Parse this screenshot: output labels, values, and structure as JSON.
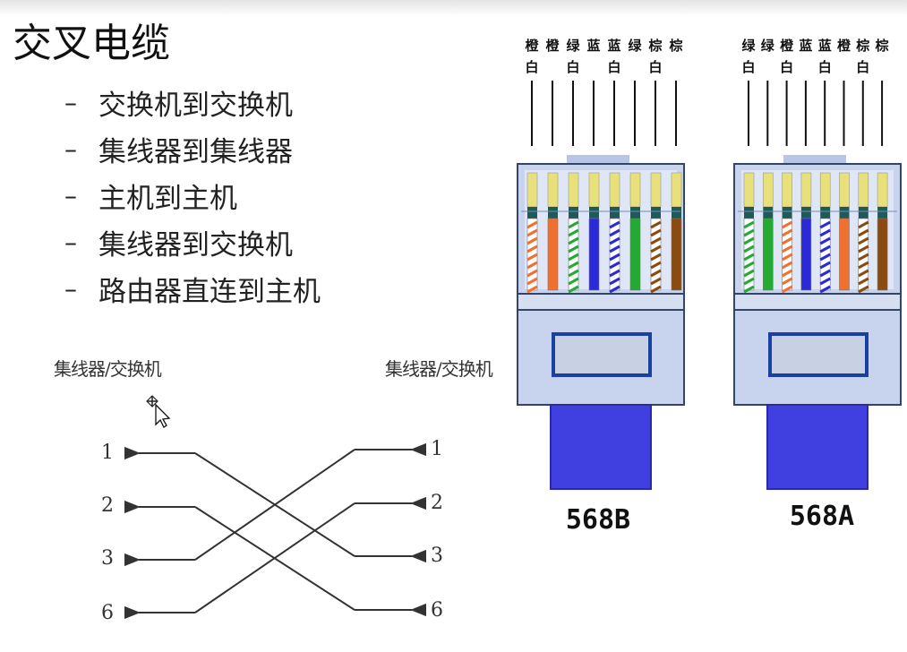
{
  "title": "交叉电缆",
  "bullets": [
    "交换机到交换机",
    "集线器到集线器",
    "主机到主机",
    "集线器到交换机",
    "路由器直连到主机"
  ],
  "bullet_dash": "–",
  "crossover": {
    "left_label": "集线器/交换机",
    "right_label": "集线器/交换机",
    "left_pins": [
      "1",
      "2",
      "3",
      "6"
    ],
    "right_pins": [
      "1",
      "2",
      "3",
      "6"
    ]
  },
  "connector_568b": {
    "label": "568B",
    "wires_top": [
      "橙",
      "橙",
      "绿",
      "蓝",
      "蓝",
      "绿",
      "棕",
      "棕"
    ],
    "wires_bottom": [
      "白",
      "",
      "白",
      "",
      "白",
      "",
      "白",
      ""
    ],
    "wire_colors": [
      "#f07030",
      "#f07030",
      "#22aa33",
      "#2a2ad8",
      "#2a2ad8",
      "#22aa33",
      "#8b4a10",
      "#8b4a10"
    ],
    "striped": [
      true,
      false,
      true,
      false,
      true,
      false,
      true,
      false
    ]
  },
  "connector_568a": {
    "label": "568A",
    "wires_top": [
      "绿",
      "绿",
      "橙",
      "蓝",
      "蓝",
      "橙",
      "棕",
      "棕"
    ],
    "wires_bottom": [
      "白",
      "",
      "白",
      "",
      "白",
      "",
      "白",
      ""
    ],
    "wire_colors": [
      "#22aa33",
      "#22aa33",
      "#f07030",
      "#2a2ad8",
      "#2a2ad8",
      "#f07030",
      "#8b4a10",
      "#8b4a10"
    ],
    "striped": [
      true,
      false,
      true,
      false,
      true,
      false,
      true,
      false
    ]
  },
  "colors": {
    "connector_body": "#c8d4ee",
    "connector_outline": "#334466",
    "boot": "#4040e0",
    "contact_gold": "#e8e07a",
    "contact_band": "#1f5a5a"
  }
}
